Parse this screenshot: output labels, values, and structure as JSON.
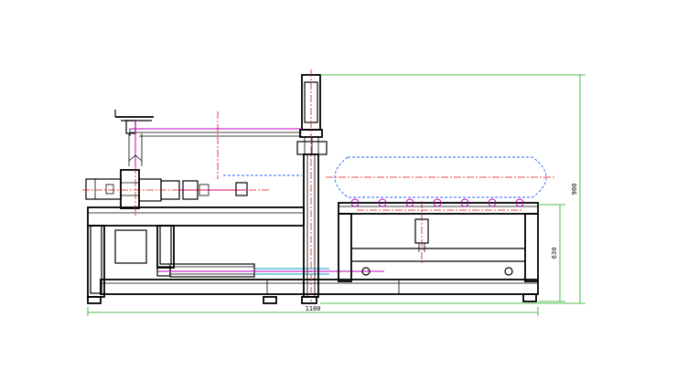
{
  "drawing": {
    "dimensions": {
      "overall_length": "1100",
      "overall_height": "900",
      "table_height": "630"
    },
    "colors": {
      "outline": "#000000",
      "dimension": "#1aa81a",
      "centerline": "#e01010",
      "hidden": "#3060ff",
      "rod": "#c000c0",
      "cylinder": "#00a0c0"
    }
  }
}
